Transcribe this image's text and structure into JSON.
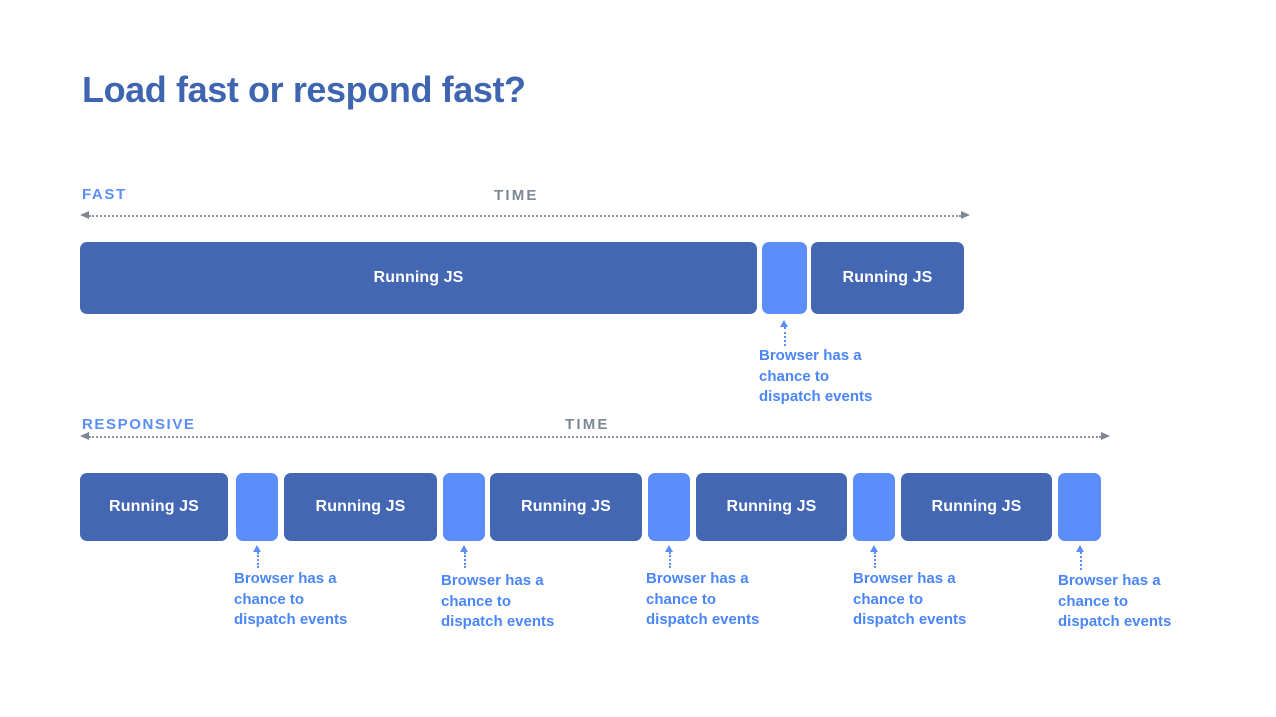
{
  "slide": {
    "title": "Load fast or respond fast?",
    "background_color": "#ffffff"
  },
  "colors": {
    "title_blue": "#3f64b0",
    "running_js_bar": "#4467b3",
    "gap_bar": "#5b8efb",
    "annotation_blue": "#4a86f7",
    "axis_gray": "#7e8794",
    "time_label_gray": "#7e8794"
  },
  "sections": [
    {
      "id": "fast",
      "label": "FAST",
      "time_label": "TIME",
      "bars": [
        {
          "type": "run",
          "label": "Running JS"
        },
        {
          "type": "gap",
          "label": ""
        },
        {
          "type": "run",
          "label": "Running JS"
        }
      ],
      "annotations": [
        {
          "text": "Browser has a\nchance to\ndispatch events"
        }
      ]
    },
    {
      "id": "responsive",
      "label": "RESPONSIVE",
      "time_label": "TIME",
      "bars": [
        {
          "type": "run",
          "label": "Running JS"
        },
        {
          "type": "gap",
          "label": ""
        },
        {
          "type": "run",
          "label": "Running JS"
        },
        {
          "type": "gap",
          "label": ""
        },
        {
          "type": "run",
          "label": "Running JS"
        },
        {
          "type": "gap",
          "label": ""
        },
        {
          "type": "run",
          "label": "Running JS"
        },
        {
          "type": "gap",
          "label": ""
        },
        {
          "type": "run",
          "label": "Running JS"
        },
        {
          "type": "gap",
          "label": ""
        }
      ],
      "annotations": [
        {
          "text": "Browser has a\nchance to\ndispatch events"
        },
        {
          "text": "Browser has a\nchance to\ndispatch events"
        },
        {
          "text": "Browser has a\nchance to\ndispatch events"
        },
        {
          "text": "Browser has a\nchance to\ndispatch events"
        },
        {
          "text": "Browser has a\nchance to\ndispatch events"
        }
      ]
    }
  ]
}
